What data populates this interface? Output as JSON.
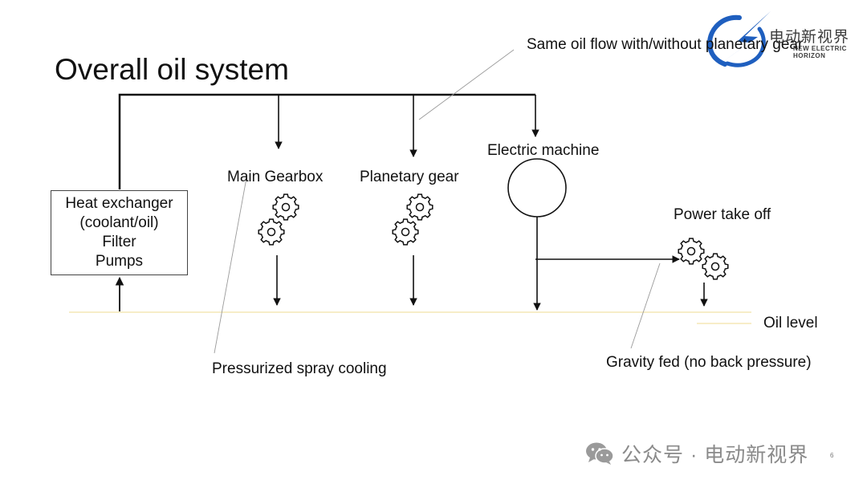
{
  "title": "Overall oil system",
  "labels": {
    "same_flow": "Same oil flow with/without planetary gear",
    "main_gearbox": "Main Gearbox",
    "planetary_gear": "Planetary gear",
    "electric_machine": "Electric machine",
    "power_take_off": "Power take off",
    "oil_level": "Oil level",
    "spray_cooling": "Pressurized spray cooling",
    "gravity_fed": "Gravity fed (no back pressure)"
  },
  "heat_exchanger": [
    "Heat exchanger",
    "(coolant/oil)",
    "Filter",
    "Pumps"
  ],
  "brand": {
    "cn": "电动新视界",
    "en": "NEW ELECTRIC HORIZON"
  },
  "watermark": {
    "text": "公众号 · 电动新视界"
  },
  "page_number": "6",
  "colors": {
    "line": "#111111",
    "oil_level": "#f2e2a8",
    "logo_blue": "#1f5fbf",
    "watermark": "#8a8a8a"
  },
  "icons": [
    "gear-icon",
    "circle-motor-icon",
    "wechat-icon",
    "brand-logo-icon"
  ]
}
